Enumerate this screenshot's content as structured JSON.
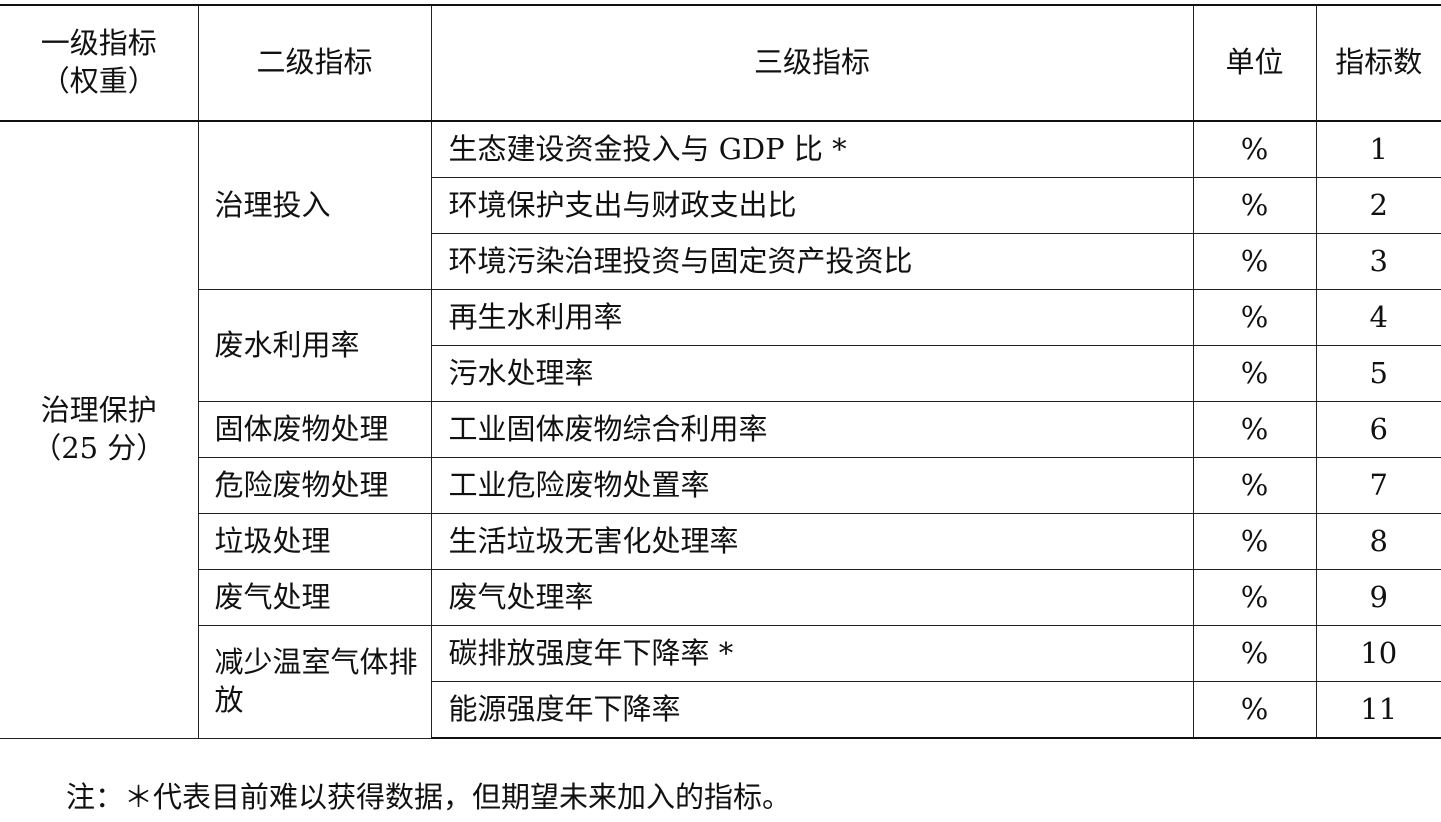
{
  "table": {
    "headers": {
      "level1_line1": "一级指标",
      "level1_line2": "（权重）",
      "level2": "二级指标",
      "level3": "三级指标",
      "unit": "单位",
      "count": "指标数"
    },
    "level1": {
      "line1": "治理保护",
      "line2": "（25 分）"
    },
    "groups": [
      {
        "name": "治理投入",
        "rows": [
          {
            "indicator": "生态建设资金投入与 GDP 比 *",
            "unit": "%",
            "number": "1"
          },
          {
            "indicator": "环境保护支出与财政支出比",
            "unit": "%",
            "number": "2"
          },
          {
            "indicator": "环境污染治理投资与固定资产投资比",
            "unit": "%",
            "number": "3"
          }
        ]
      },
      {
        "name": "废水利用率",
        "rows": [
          {
            "indicator": "再生水利用率",
            "unit": "%",
            "number": "4"
          },
          {
            "indicator": "污水处理率",
            "unit": "%",
            "number": "5"
          }
        ]
      },
      {
        "name": "固体废物处理",
        "rows": [
          {
            "indicator": "工业固体废物综合利用率",
            "unit": "%",
            "number": "6"
          }
        ]
      },
      {
        "name": "危险废物处理",
        "rows": [
          {
            "indicator": "工业危险废物处置率",
            "unit": "%",
            "number": "7"
          }
        ]
      },
      {
        "name": "垃圾处理",
        "rows": [
          {
            "indicator": "生活垃圾无害化处理率",
            "unit": "%",
            "number": "8"
          }
        ]
      },
      {
        "name": "废气处理",
        "rows": [
          {
            "indicator": "废气处理率",
            "unit": "%",
            "number": "9"
          }
        ]
      },
      {
        "name": "减少温室气体排放",
        "rows": [
          {
            "indicator": "碳排放强度年下降率 *",
            "unit": "%",
            "number": "10"
          },
          {
            "indicator": "能源强度年下降率",
            "unit": "%",
            "number": "11"
          }
        ]
      }
    ]
  },
  "note": "注：＊代表目前难以获得数据，但期望未来加入的指标。"
}
